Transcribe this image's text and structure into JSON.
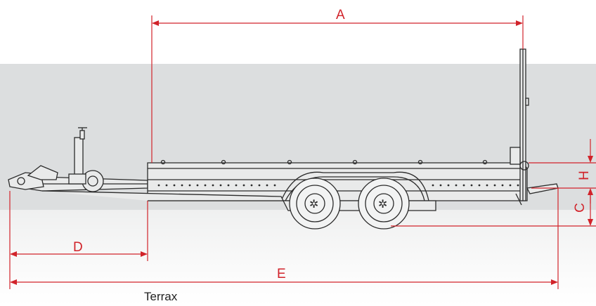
{
  "diagram": {
    "caption": "Terrax",
    "dimensions": {
      "A": "A",
      "C": "C",
      "D": "D",
      "E": "E",
      "H": "H"
    }
  },
  "colors": {
    "dimension": "#d1232a",
    "background_band": "#dcdedf",
    "outline": "#2b2b2b"
  }
}
